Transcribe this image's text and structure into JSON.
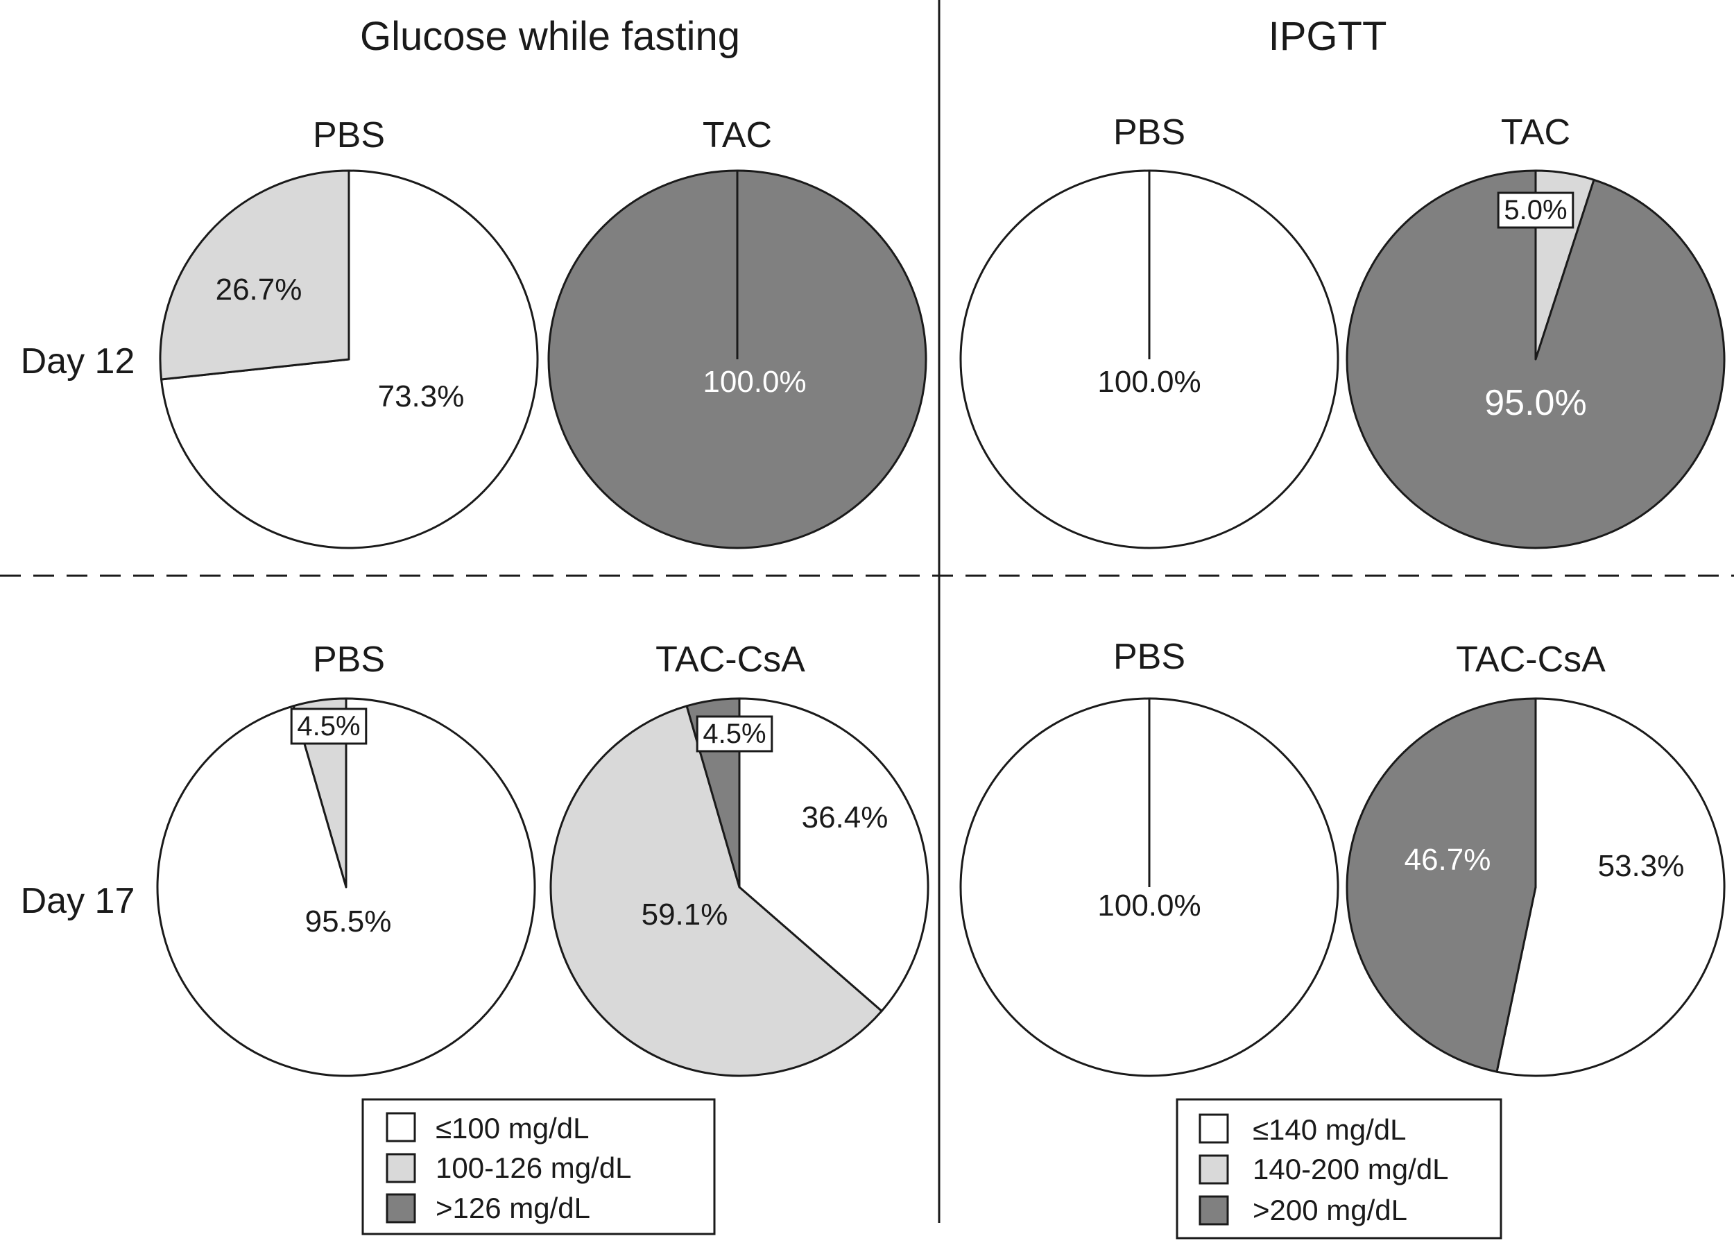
{
  "panels": [
    {
      "title": "Glucose while fasting"
    },
    {
      "title": "IPGTT"
    }
  ],
  "rows": [
    {
      "label": "Day 12"
    },
    {
      "label": "Day 17"
    }
  ],
  "colors": {
    "low": "#ffffff",
    "mid": "#d9d9d9",
    "high": "#808080",
    "stroke": "#1a1a1a",
    "dark_label": "#1a1a1a",
    "light_label": "#ffffff"
  },
  "legends": [
    {
      "items": [
        {
          "label": "≤100 mg/dL",
          "color": "#ffffff"
        },
        {
          "label": "100-126 mg/dL",
          "color": "#d9d9d9"
        },
        {
          "label": ">126 mg/dL",
          "color": "#808080"
        }
      ]
    },
    {
      "items": [
        {
          "label": "≤140 mg/dL",
          "color": "#ffffff"
        },
        {
          "label": "140-200 mg/dL",
          "color": "#d9d9d9"
        },
        {
          "label": ">200 mg/dL",
          "color": "#808080"
        }
      ]
    }
  ],
  "chart_data": [
    {
      "type": "pie",
      "panel": "Glucose while fasting",
      "row": "Day 12",
      "title": "PBS",
      "slices": [
        {
          "label": "≤100 mg/dL",
          "value": 73.3,
          "color": "#ffffff",
          "text": "73.3%"
        },
        {
          "label": "100-126 mg/dL",
          "value": 26.7,
          "color": "#d9d9d9",
          "text": "26.7%"
        }
      ]
    },
    {
      "type": "pie",
      "panel": "Glucose while fasting",
      "row": "Day 12",
      "title": "TAC",
      "slices": [
        {
          "label": ">126 mg/dL",
          "value": 100.0,
          "color": "#808080",
          "text": "100.0%"
        }
      ]
    },
    {
      "type": "pie",
      "panel": "IPGTT",
      "row": "Day 12",
      "title": "PBS",
      "slices": [
        {
          "label": "≤140 mg/dL",
          "value": 100.0,
          "color": "#ffffff",
          "text": "100.0%"
        }
      ]
    },
    {
      "type": "pie",
      "panel": "IPGTT",
      "row": "Day 12",
      "title": "TAC",
      "slices": [
        {
          "label": "140-200 mg/dL",
          "value": 5.0,
          "color": "#d9d9d9",
          "text": "5.0%"
        },
        {
          "label": ">200 mg/dL",
          "value": 95.0,
          "color": "#808080",
          "text": "95.0%"
        }
      ]
    },
    {
      "type": "pie",
      "panel": "Glucose while fasting",
      "row": "Day 17",
      "title": "PBS",
      "slices": [
        {
          "label": "100-126 mg/dL",
          "value": 4.5,
          "color": "#d9d9d9",
          "text": "4.5%"
        },
        {
          "label": "≤100 mg/dL",
          "value": 95.5,
          "color": "#ffffff",
          "text": "95.5%"
        }
      ]
    },
    {
      "type": "pie",
      "panel": "Glucose while fasting",
      "row": "Day 17",
      "title": "TAC-CsA",
      "slices": [
        {
          "label": "≤100 mg/dL",
          "value": 36.4,
          "color": "#ffffff",
          "text": "36.4%"
        },
        {
          "label": "100-126 mg/dL",
          "value": 59.1,
          "color": "#d9d9d9",
          "text": "59.1%"
        },
        {
          "label": ">126 mg/dL",
          "value": 4.5,
          "color": "#808080",
          "text": "4.5%"
        }
      ]
    },
    {
      "type": "pie",
      "panel": "IPGTT",
      "row": "Day 17",
      "title": "PBS",
      "slices": [
        {
          "label": "≤140 mg/dL",
          "value": 100.0,
          "color": "#ffffff",
          "text": "100.0%"
        }
      ]
    },
    {
      "type": "pie",
      "panel": "IPGTT",
      "row": "Day 17",
      "title": "TAC-CsA",
      "slices": [
        {
          "label": "≤140 mg/dL",
          "value": 53.3,
          "color": "#ffffff",
          "text": "53.3%"
        },
        {
          "label": ">200 mg/dL",
          "value": 46.7,
          "color": "#808080",
          "text": "46.7%"
        }
      ]
    }
  ]
}
